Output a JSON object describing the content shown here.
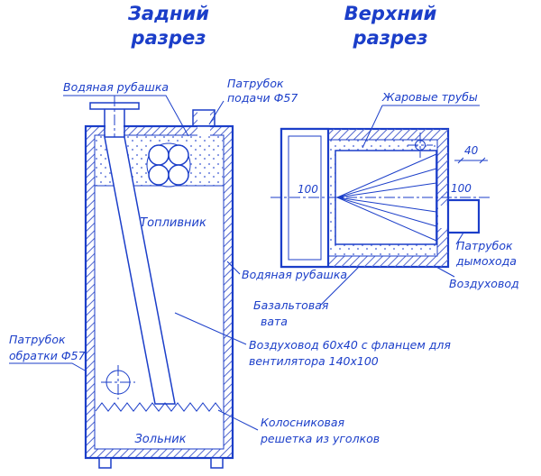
{
  "colors": {
    "line": "#1b3ec9",
    "text": "#1b3ec9",
    "hatch": "#5166cf",
    "dots": "#8093e2"
  },
  "titles": {
    "rear_line1": "Задний",
    "rear_line2": "разрез",
    "top_line1": "Верхний",
    "top_line2": "разрез"
  },
  "rear_view": {
    "water_jacket_label": "Водяная рубашка",
    "supply_pipe_line1": "Патрубок",
    "supply_pipe_line2": "подачи Ф57",
    "firebox_label": "Топливник",
    "ash_pan_label": "Зольник",
    "return_pipe_line1": "Патрубок",
    "return_pipe_line2": "обратки Ф57",
    "grate_line1": "Колосниковая",
    "grate_line2": "решетка из уголков"
  },
  "top_view": {
    "fire_tubes_label": "Жаровые трубы",
    "dim_40": "40",
    "dim_100_left": "100",
    "dim_100_right": "100",
    "chimney_pipe_line1": "Патрубок",
    "chimney_pipe_line2": "дымохода",
    "air_duct_label": "Воздуховод"
  },
  "shared": {
    "water_jacket_mid_label": "Водяная рубашка",
    "basalt_line1": "Базальтовая",
    "basalt_line2": "вата",
    "fan_duct_line1": "Воздуховод 60x40 с фланцем для",
    "fan_duct_line2": "вентилятора 140x100"
  }
}
